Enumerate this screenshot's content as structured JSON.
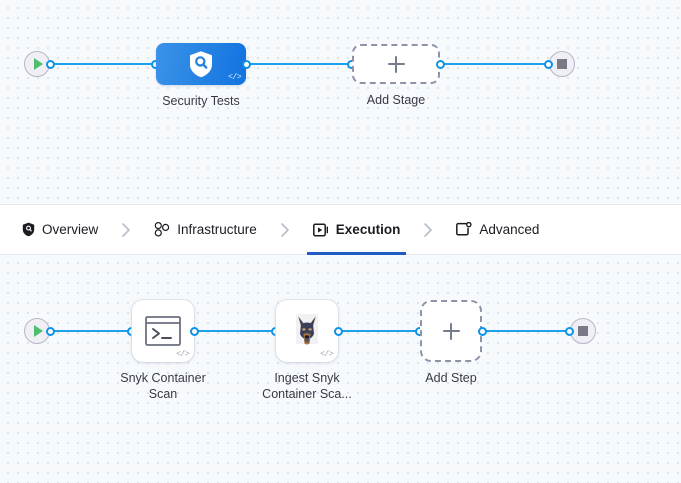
{
  "stages_canvas": {
    "name": "pipeline-stages-canvas",
    "start_node": {
      "icon": "play-icon",
      "label": ""
    },
    "nodes": [
      {
        "id": "security-tests",
        "label": "Security Tests",
        "icon": "shield-search-icon",
        "badge": "</>",
        "type": "stage"
      },
      {
        "id": "add-stage",
        "label": "Add Stage",
        "icon": "plus-icon",
        "type": "add"
      }
    ],
    "end_node": {
      "icon": "stop-icon",
      "label": ""
    }
  },
  "tabs": {
    "items": [
      {
        "id": "overview",
        "label": "Overview",
        "icon": "shield-icon",
        "active": false
      },
      {
        "id": "infrastructure",
        "label": "Infrastructure",
        "icon": "nodes-cluster-icon",
        "active": false
      },
      {
        "id": "execution",
        "label": "Execution",
        "icon": "play-box-icon",
        "active": true
      },
      {
        "id": "advanced",
        "label": "Advanced",
        "icon": "box-gear-icon",
        "active": false
      }
    ],
    "separator_icon": "chevron-right-icon",
    "active_underline_color": "#1f5cc4"
  },
  "steps_canvas": {
    "name": "pipeline-steps-canvas",
    "start_node": {
      "icon": "play-icon",
      "label": ""
    },
    "nodes": [
      {
        "id": "snyk-container-scan",
        "label": "Snyk Container\nScan",
        "icon": "terminal-icon",
        "badge": "</>",
        "type": "step"
      },
      {
        "id": "ingest-snyk-container-scan",
        "label": "Ingest Snyk\nContainer Sca...",
        "icon": "doberman-icon",
        "badge": "</>",
        "type": "step"
      },
      {
        "id": "add-step",
        "label": "Add Step",
        "icon": "plus-icon",
        "type": "add"
      }
    ],
    "end_node": {
      "icon": "stop-icon",
      "label": ""
    }
  },
  "colors": {
    "canvas_bg": "#f7fafc",
    "dot_grid": "#d4dde6",
    "link": "#1ba1ef",
    "link_dot": "#0a93e8",
    "stage_blue_start": "#3b93e8",
    "stage_blue_end": "#1273e0",
    "play_green": "#4dbd6e",
    "stop_gray": "#7a7a87",
    "dashed_border": "#8f93a8",
    "tab_active": "#1f5cc4",
    "text": "#383946"
  }
}
